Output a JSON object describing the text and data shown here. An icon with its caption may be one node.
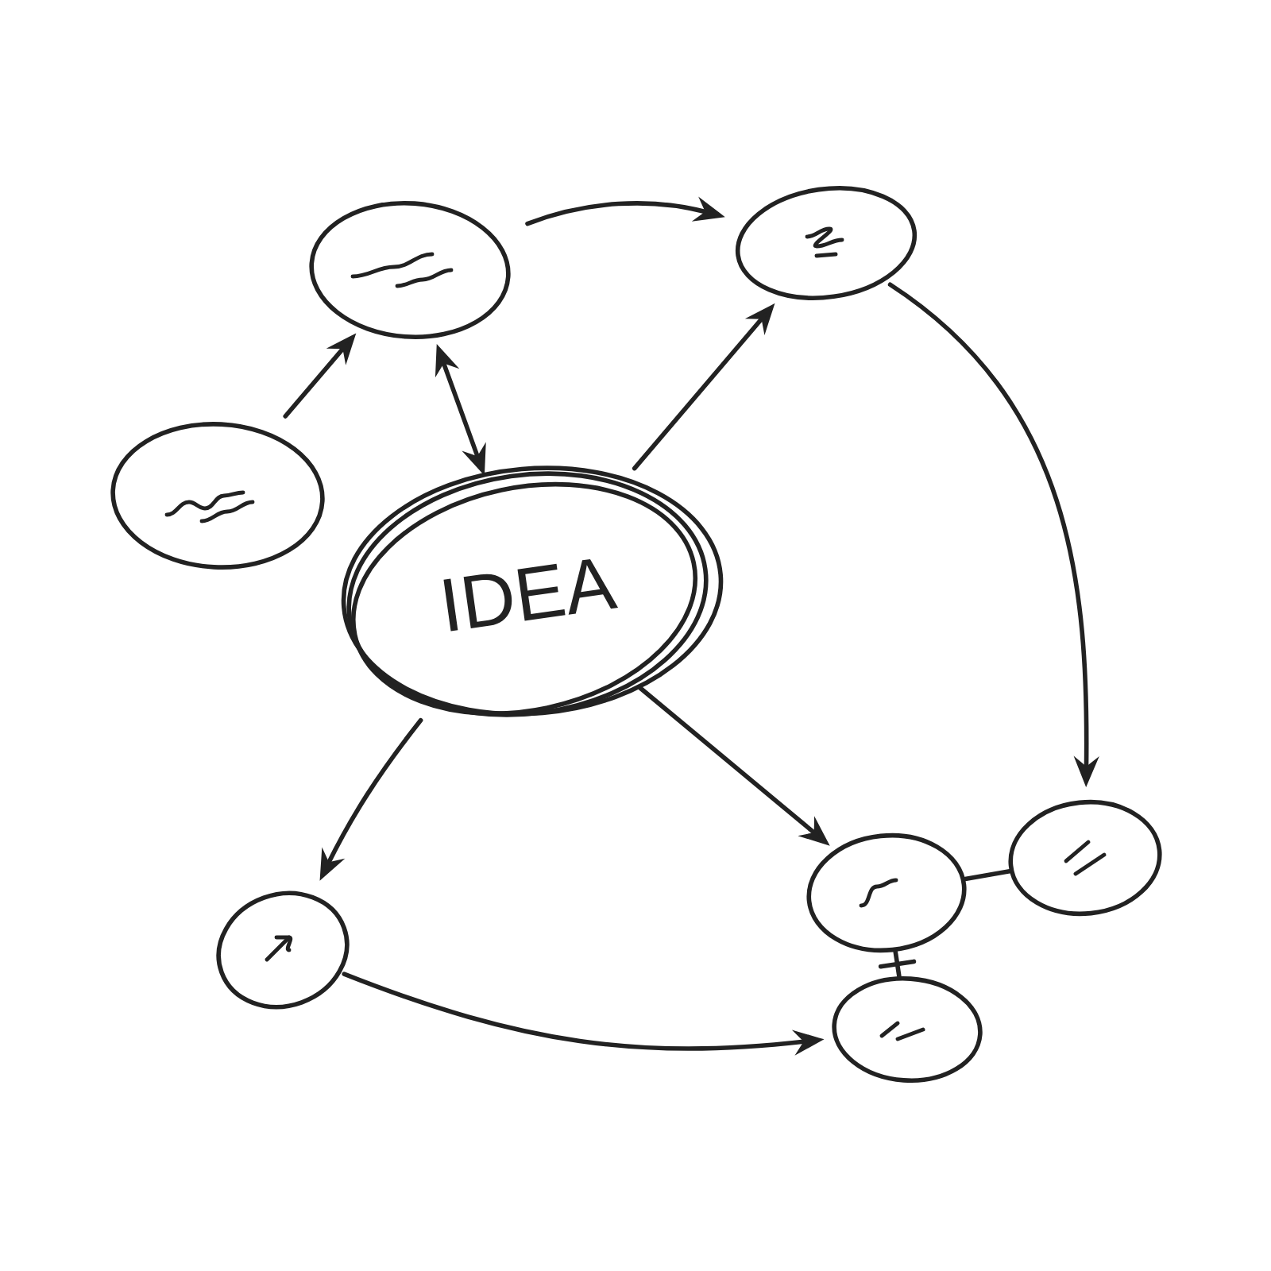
{
  "diagram": {
    "nodes": [
      {
        "text": [],
        "shape": "ellipse"
      },
      {
        "text": [],
        "shape": "ellipse"
      },
      {
        "text": [],
        "shape": "ellipse"
      },
      {
        "text": [
          "IDEA"
        ]
      },
      {
        "text": [],
        "shape": "ellipse"
      },
      {
        "text": [],
        "shape": "ellipse"
      },
      {
        "text": [],
        "shape": "ellipse"
      },
      {
        "text": [],
        "shape": "ellipse"
      }
    ],
    "edges": [
      {
        "from": 2,
        "to": 0,
        "arrow": "to"
      },
      {
        "from": 3,
        "to": 0,
        "arrow": "both"
      },
      {
        "from": 0,
        "to": 1,
        "arrow": "to"
      },
      {
        "from": 3,
        "to": 1,
        "arrow": "to"
      },
      {
        "from": 1,
        "to": 4,
        "arrow": "to"
      },
      {
        "from": 3,
        "to": 5,
        "arrow": "to"
      },
      {
        "from": 3,
        "to": 6,
        "arrow": "to"
      },
      {
        "from": 6,
        "to": 7,
        "arrow": "to"
      },
      {
        "from": 5,
        "to": 4,
        "arrow": "none"
      },
      {
        "from": 5,
        "to": 7,
        "arrow": "none"
      }
    ]
  }
}
